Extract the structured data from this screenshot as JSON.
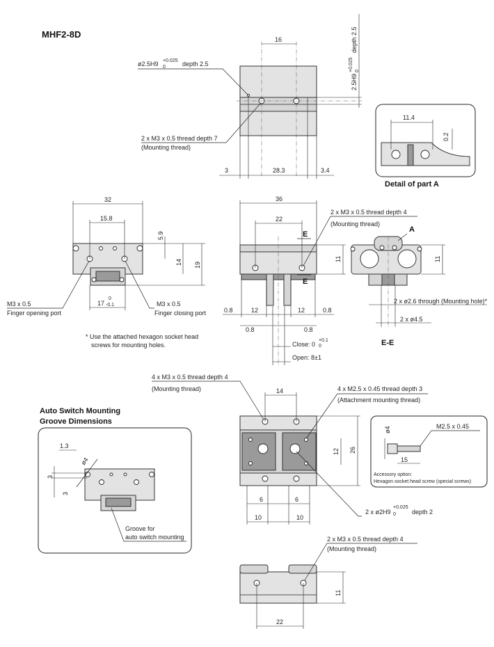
{
  "title": "MHF2-8D",
  "section_title_line1": "Auto Switch Mounting",
  "section_title_line2": "Groove Dimensions",
  "detail_caption": "Detail of part A",
  "section_caption": "E-E",
  "section_mark": "E",
  "part_label_a": "A",
  "dims": {
    "top_16": "16",
    "top_3": "3",
    "top_28_3": "28.3",
    "top_3_4": "3.4",
    "detail_11_4": "11.4",
    "detail_0_2": "0.2",
    "side_32": "32",
    "side_15_8": "15.8",
    "side_5_9": "5.9",
    "side_14": "14",
    "side_19": "19",
    "side_17": "17",
    "side_17_tol_upper": "0",
    "side_17_tol_lower": "-0.1",
    "front_36": "36",
    "front_22": "22",
    "front_11": "11",
    "front_0_8a": "0.8",
    "front_12a": "12",
    "front_12b": "12",
    "front_0_8b": "0.8",
    "front_0_8c": "0.8",
    "front_0_8d": "0.8",
    "close_label": "Close: 0",
    "close_tol_upper": "+0.1",
    "close_tol_lower": "0",
    "open_label": "Open: 8±1",
    "ee_11": "11",
    "plan_14": "14",
    "plan_12": "12",
    "plan_26": "26",
    "plan_6a": "6",
    "plan_6b": "6",
    "plan_10a": "10",
    "plan_10b": "10",
    "groove_1_3": "1.3",
    "groove_3a": "3",
    "groove_3b": "3",
    "groove_d4": "ø4",
    "acc_d4": "ø4",
    "acc_15": "15",
    "bottom_11": "11",
    "bottom_22": "22"
  },
  "callouts": {
    "pin_hole_top": "ø2.5H9",
    "pin_hole_top_tol_upper": "+0.025",
    "pin_hole_top_tol_lower": "0",
    "pin_hole_top_suffix": "depth 2.5",
    "vertical_depth_line1": "depth 2.5",
    "vertical_depth_line2": "2.5H9",
    "vertical_tol_upper": "+0.025",
    "vertical_tol_lower": "0",
    "mount_thread_top": "2 x M3 x 0.5 thread depth 7",
    "mount_thread_top_note": "(Mounting thread)",
    "finger_open_line1": "M3 x 0.5",
    "finger_open_line2": "Finger opening port",
    "finger_close_line1": "M3 x 0.5",
    "finger_close_line2": "Finger closing port",
    "note_line1": "* Use the attached hexagon socket head",
    "note_line2": "screws for mounting holes.",
    "mount_thread_front": "2 x M3 x 0.5 thread depth 4",
    "mount_thread_front_note": "(Mounting thread)",
    "through_hole": "2 x ø2.6 through (Mounting hole)*",
    "counterbore": "2 x ø4.5",
    "plan_thread_4": "4 x M3 x 0.5 thread depth 4",
    "plan_thread_4_note": "(Mounting thread)",
    "plan_attach": "4 x M2.5 x 0.45 thread depth 3",
    "plan_attach_note": "(Attachment mounting thread)",
    "plan_pin": "2 x ø2H9",
    "plan_pin_tol_upper": "+0.025",
    "plan_pin_tol_lower": "0",
    "plan_pin_suffix": "depth 2",
    "accessory_thread": "M2.5 x 0.45",
    "accessory_line1": "Accessory option:",
    "accessory_line2": "Hexagon socket head screw (special screws)",
    "groove_line1": "Groove for",
    "groove_line2": "auto switch mounting",
    "bottom_thread": "2 x M3 x 0.5 thread depth 4",
    "bottom_thread_note": "(Mounting thread)"
  }
}
